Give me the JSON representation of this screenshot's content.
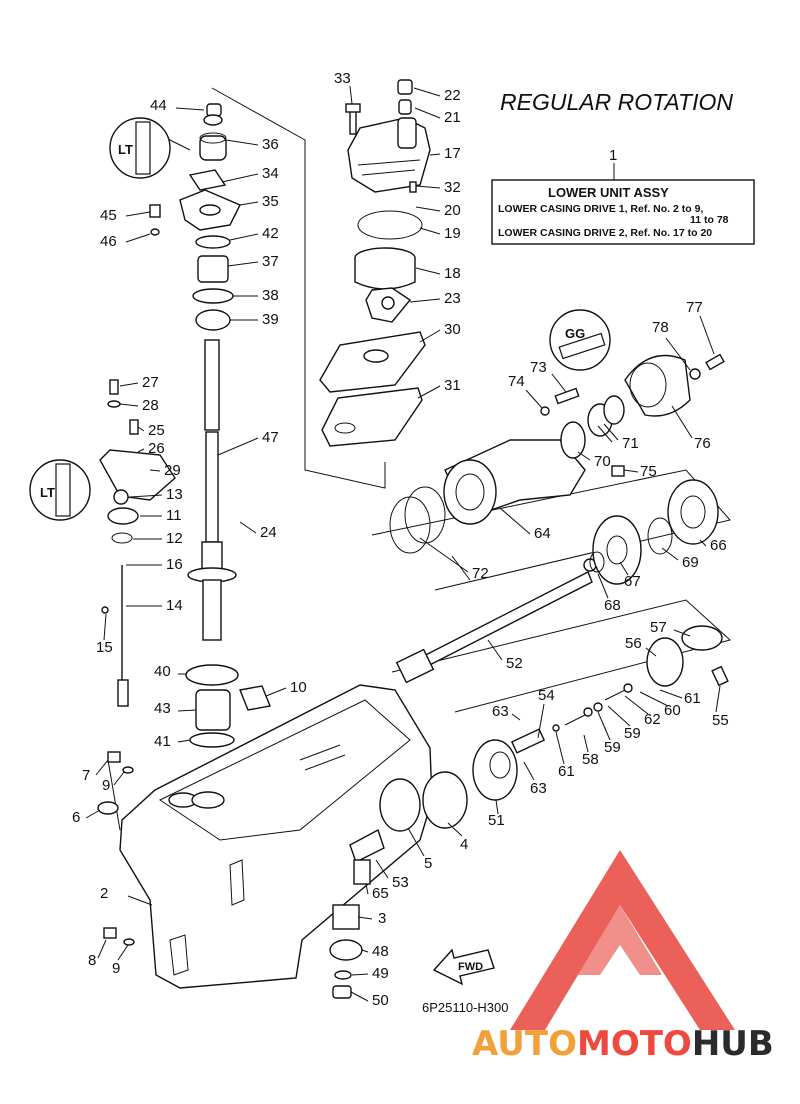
{
  "title": "REGULAR ROTATION",
  "assembly_box": {
    "ref": "1",
    "heading": "LOWER UNIT ASSY",
    "line1": "LOWER CASING DRIVE 1,  Ref. No. 2 to 9,",
    "line2": "11  to  78",
    "line3": "LOWER CASING DRIVE 2,  Ref. No. 17 to 20"
  },
  "drawing_code": "6P25110-H300",
  "fwd_label": "FWD",
  "sealant_marks": [
    "LT",
    "GG",
    "LT"
  ],
  "callouts": [
    "2",
    "3",
    "4",
    "5",
    "6",
    "7",
    "8",
    "9",
    "9",
    "10",
    "11",
    "12",
    "13",
    "14",
    "15",
    "16",
    "17",
    "18",
    "19",
    "20",
    "21",
    "22",
    "23",
    "24",
    "25",
    "26",
    "27",
    "28",
    "29",
    "30",
    "31",
    "32",
    "33",
    "34",
    "35",
    "36",
    "37",
    "38",
    "39",
    "40",
    "41",
    "42",
    "43",
    "44",
    "45",
    "46",
    "47",
    "48",
    "49",
    "50",
    "51",
    "52",
    "53",
    "54",
    "55",
    "56",
    "57",
    "58",
    "59",
    "59",
    "60",
    "61",
    "61",
    "62",
    "63",
    "63",
    "64",
    "65",
    "66",
    "67",
    "68",
    "69",
    "70",
    "71",
    "72",
    "73",
    "74",
    "75",
    "76",
    "77",
    "78"
  ],
  "watermark": {
    "word_a": "AUTO",
    "word_b": "MOTO",
    "word_c": "HUB"
  },
  "colors": {
    "line": "#111111",
    "watermark_red": "#e8453c",
    "watermark_orange": "#f2a03a",
    "watermark_dark": "#2b2b2b"
  }
}
